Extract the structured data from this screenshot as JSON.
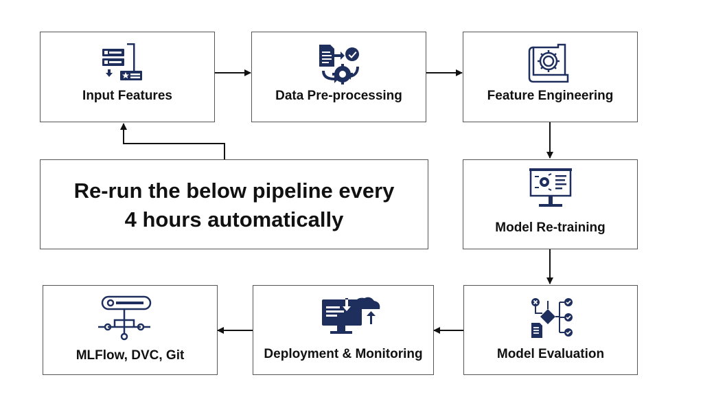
{
  "colors": {
    "icon": "#1e2f5e",
    "border": "#555555",
    "arrow": "#111111",
    "text": "#111111"
  },
  "nodes": {
    "input_features": {
      "label": "Input Features",
      "icon": "form-list-icon"
    },
    "data_preprocessing": {
      "label": "Data Pre-processing",
      "icon": "document-gear-icon"
    },
    "feature_engineering": {
      "label": "Feature Engineering",
      "icon": "blueprint-gear-icon"
    },
    "model_retraining": {
      "label": "Model Re-training",
      "icon": "presentation-board-icon"
    },
    "model_evaluation": {
      "label": "Model Evaluation",
      "icon": "decision-flow-icon"
    },
    "deployment_monitoring": {
      "label": "Deployment & Monitoring",
      "icon": "monitor-cloud-icon"
    },
    "mlflow_dvc_git": {
      "label": "MLFlow, DVC, Git",
      "icon": "version-tree-icon"
    }
  },
  "note": {
    "line1": "Re-run the below pipeline every",
    "line2": "4 hours automatically"
  }
}
